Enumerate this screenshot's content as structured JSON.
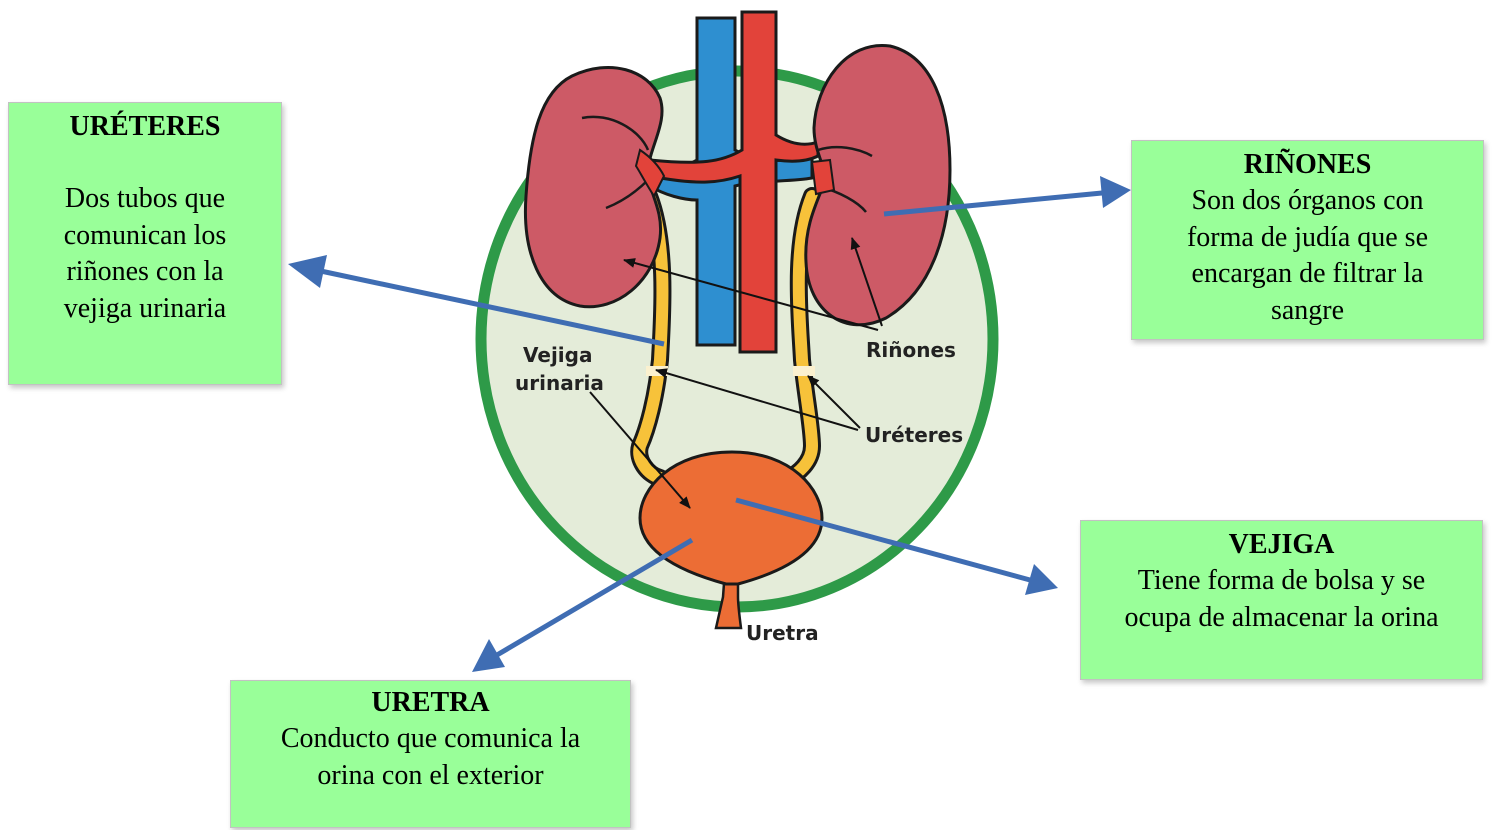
{
  "colors": {
    "card_background": "#99ff99",
    "pointer_arrow": "#3f6db3",
    "circle_fill": "#e4ecd9",
    "circle_border": "#2e9a48",
    "kidney": "#cd5a66",
    "vein": "#2e8fd0",
    "artery": "#e2433a",
    "ureter": "#f7c23a",
    "bladder": "#ec6d35"
  },
  "illustration_labels": {
    "kidneys": "Riñones",
    "bladder_line1": "Vejiga",
    "bladder_line2": "urinaria",
    "ureters": "Uréteres",
    "urethra": "Uretra"
  },
  "cards": {
    "ureteres": {
      "title": "URÉTERES",
      "lines": [
        "Dos tubos que",
        "comunican los",
        "riñones con la",
        "vejiga urinaria"
      ]
    },
    "rinones": {
      "title": "RIÑONES",
      "lines": [
        "Son dos órganos con",
        "forma de judía que se",
        "encargan de filtrar la",
        "sangre"
      ]
    },
    "vejiga": {
      "title": "VEJIGA",
      "lines": [
        "Tiene forma de bolsa y se",
        "ocupa de almacenar la orina"
      ]
    },
    "uretra": {
      "title": "URETRA",
      "lines": [
        "Conducto que comunica la",
        "orina con el exterior"
      ]
    }
  }
}
